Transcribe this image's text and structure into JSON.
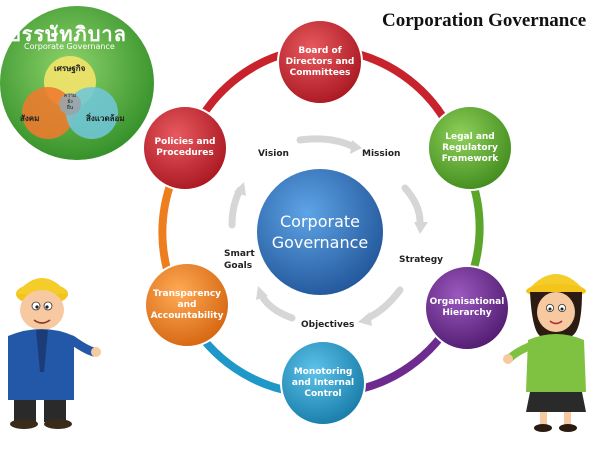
{
  "title": "Corporation Governance",
  "badge": {
    "thai_title": "บรรษัทภิบาล",
    "subtitle": "Corporate Governance",
    "venn": {
      "economy": "เศรษฐกิจ",
      "society": "สังคม",
      "environment": "สิ่งแวดล้อม",
      "center_lines": [
        "ความ",
        "ยั่ง",
        "ยืน"
      ]
    }
  },
  "center": {
    "lines": [
      "Corporate",
      "Governance"
    ]
  },
  "nodes": [
    {
      "id": "board",
      "lines": [
        "Board of",
        "Directors and",
        "Committees"
      ],
      "color": "#c8222d"
    },
    {
      "id": "legal",
      "lines": [
        "Legal and",
        "Regulatory",
        "Framework"
      ],
      "color": "#5aa52a"
    },
    {
      "id": "org",
      "lines": [
        "Organisational",
        "Hierarchy"
      ],
      "color": "#6d2b8f"
    },
    {
      "id": "monitoring",
      "lines": [
        "Monotoring",
        "and Internal",
        "Control"
      ],
      "color": "#1e98c9"
    },
    {
      "id": "transparency",
      "lines": [
        "Transparency",
        "and",
        "Accountability"
      ],
      "color": "#ee7d1e"
    },
    {
      "id": "policies",
      "lines": [
        "Policies and",
        "Procedures"
      ],
      "color": "#c8222d"
    }
  ],
  "steps": {
    "vision": "Vision",
    "mission": "Mission",
    "strategy": "Strategy",
    "objectives": "Objectives",
    "smart_goals": [
      "Smart",
      "Goals"
    ]
  },
  "colors": {
    "ring_red": "#c8222d",
    "ring_green": "#5aa52a",
    "ring_purple": "#6d2b8f",
    "ring_blue": "#1e98c9",
    "ring_orange": "#ee7d1e",
    "center_blue": "#2c6fb8",
    "badge_green": "#4aa83a",
    "helmet_yellow": "#f3c51c"
  }
}
